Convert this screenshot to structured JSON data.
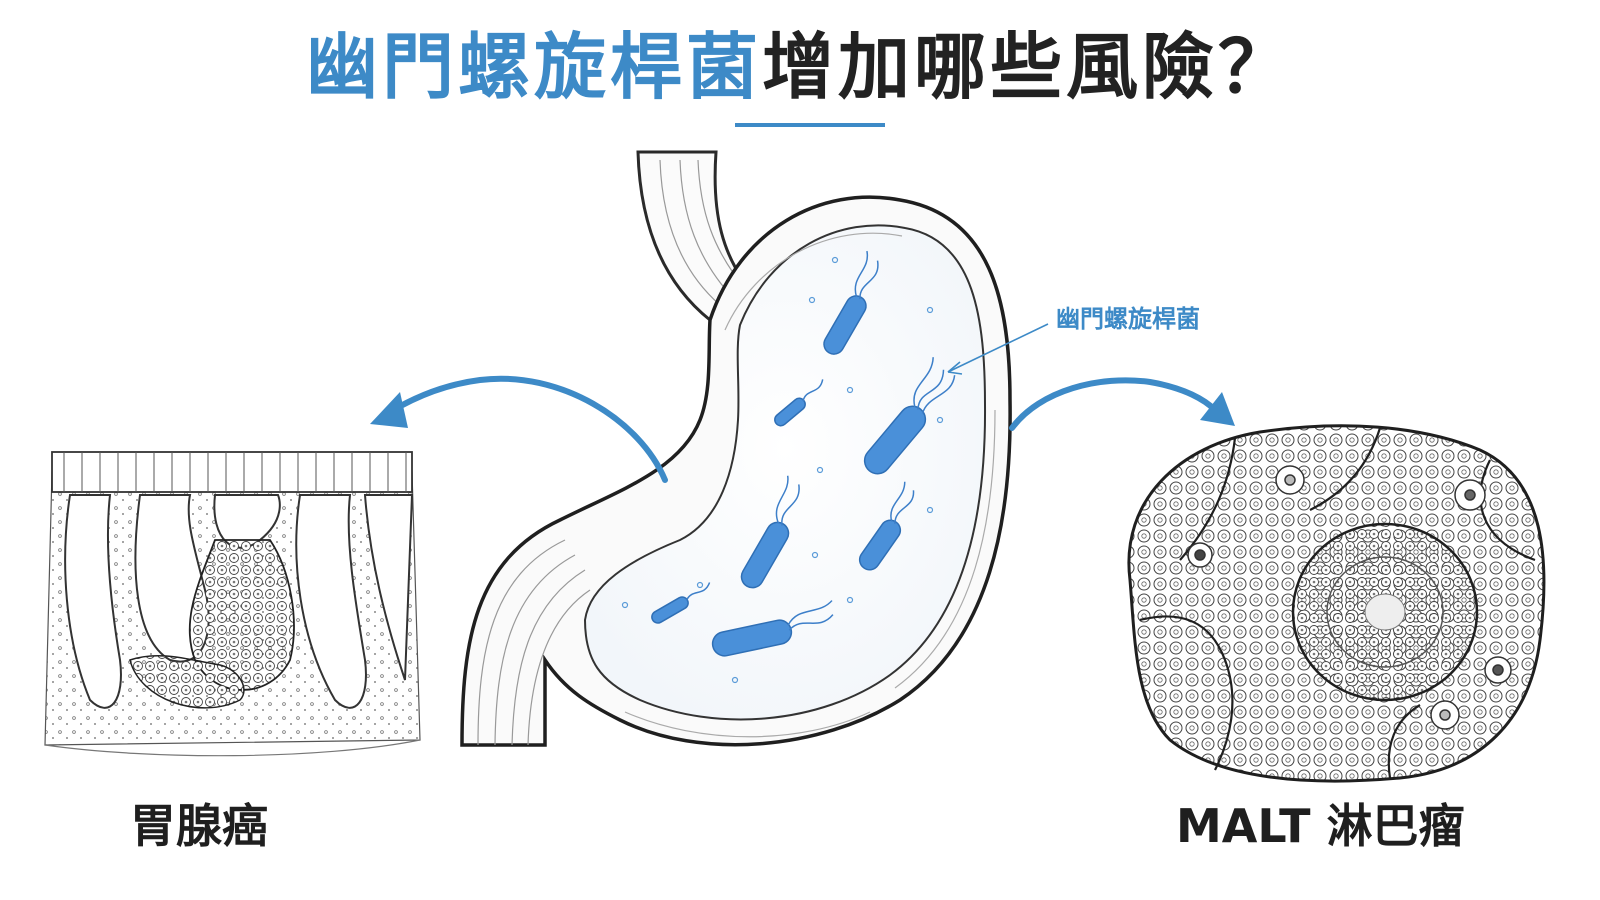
{
  "title": {
    "accent": "幽門螺旋桿菌",
    "rest": "增加哪些風險？"
  },
  "labels": {
    "bacteria": "幽門螺旋桿菌"
  },
  "outcomes": {
    "left": {
      "label": "胃腺癌"
    },
    "right": {
      "label": "MALT 淋巴瘤"
    }
  },
  "colors": {
    "accent": "#3d8ac7",
    "ink": "#222222",
    "bacteria": "#4a90d9"
  }
}
